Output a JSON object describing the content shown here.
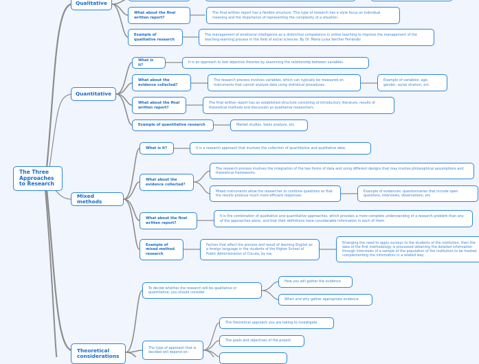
{
  "colors": {
    "background": "#f1f5fd",
    "node_border": "#2a86d8",
    "node_text": "#1a6bc4",
    "connector": "#8c8c8c"
  },
  "root": {
    "label": "The Three Approaches to Research"
  },
  "qualitative": {
    "label": "Qualitative",
    "final_report": {
      "label": "What about the final written report?",
      "text": "The final written report has a flexible structure. This type of research has a style focus on individual meaning and the importance of representing the complexity of a situation."
    },
    "example": {
      "label": "Example of qualitative research",
      "text": "The management of emotional intelligence as a distinctive competence in online teaching to improve the management of the teaching-learning process in the field of social sciences. By Dr. María Luisa Vercher Ferrándiz"
    }
  },
  "quantitative": {
    "label": "Quantitative",
    "what_is_it": {
      "label": "What is it?",
      "text": "It is an approach to test objective theories by examining the relationship between variables."
    },
    "evidence": {
      "label": "What about the evidence collected?",
      "text": "The research process involves variables, which can typically be measured on instruments that cannot analyze data using statistical procedures.",
      "example": "Example of variables: age, gender, social stratum, ect."
    },
    "final_report": {
      "label": "What about the final written report?",
      "text": "The final written report has an established structure consisting of introductory literature, results of theoretical methods and discussion as qualitative researchers."
    },
    "example": {
      "label": "Example of quantitative research",
      "text": "Market studies, Sales analysis, etc."
    }
  },
  "mixed": {
    "label": "Mixed methods",
    "what_is_it": {
      "label": "What is it?",
      "text": "It is a research approach that involves the collection of quantitative and qualitative data."
    },
    "evidence": {
      "label": "What about the evidence collected?",
      "text1": "The research process involves the integration of the two forms of data and using different designs that may involve philosophical assumptions and theoretical frameworks.",
      "text2": "Mixed instruments allow the researcher to combine questions so that the results produce much more efficient responses",
      "example": "Example of evidences: questionnaires that include open questions, interviews, observations, etc"
    },
    "final_report": {
      "label": "What about the final written report?",
      "text": "It is the combination of qualitative and quantitative approaches, which provides a more complete understanding of a research problem than any of the approaches alone, and that their definitions have considerable information in each of them."
    },
    "example": {
      "label": "Example of mixed method research",
      "text": "Factors that affect the process and result of learning English as a foreign language in the students of the Higher School of Public Administration of Cúcuta, by me.",
      "detail": "Emerging the need to apply surveys to the students of the institution, then the data of the first methodology is processed obtaining the detailed information through interviews of a sample of the population of the institution to be treated, complementing the information in a related way"
    }
  },
  "theoretical": {
    "label": "Theoretical considerations",
    "decide": {
      "label": "To decide whether the research will be qualitative or quantitative, you should consider",
      "items": [
        "How you will gather the evidence",
        "When and why gather appropriate evidence"
      ]
    },
    "depends": {
      "label": "The type of approach that is decided will depend on:",
      "items": [
        "The theoretical approach you are taking to investigate",
        "The goals and objectives of the project",
        ""
      ]
    }
  }
}
